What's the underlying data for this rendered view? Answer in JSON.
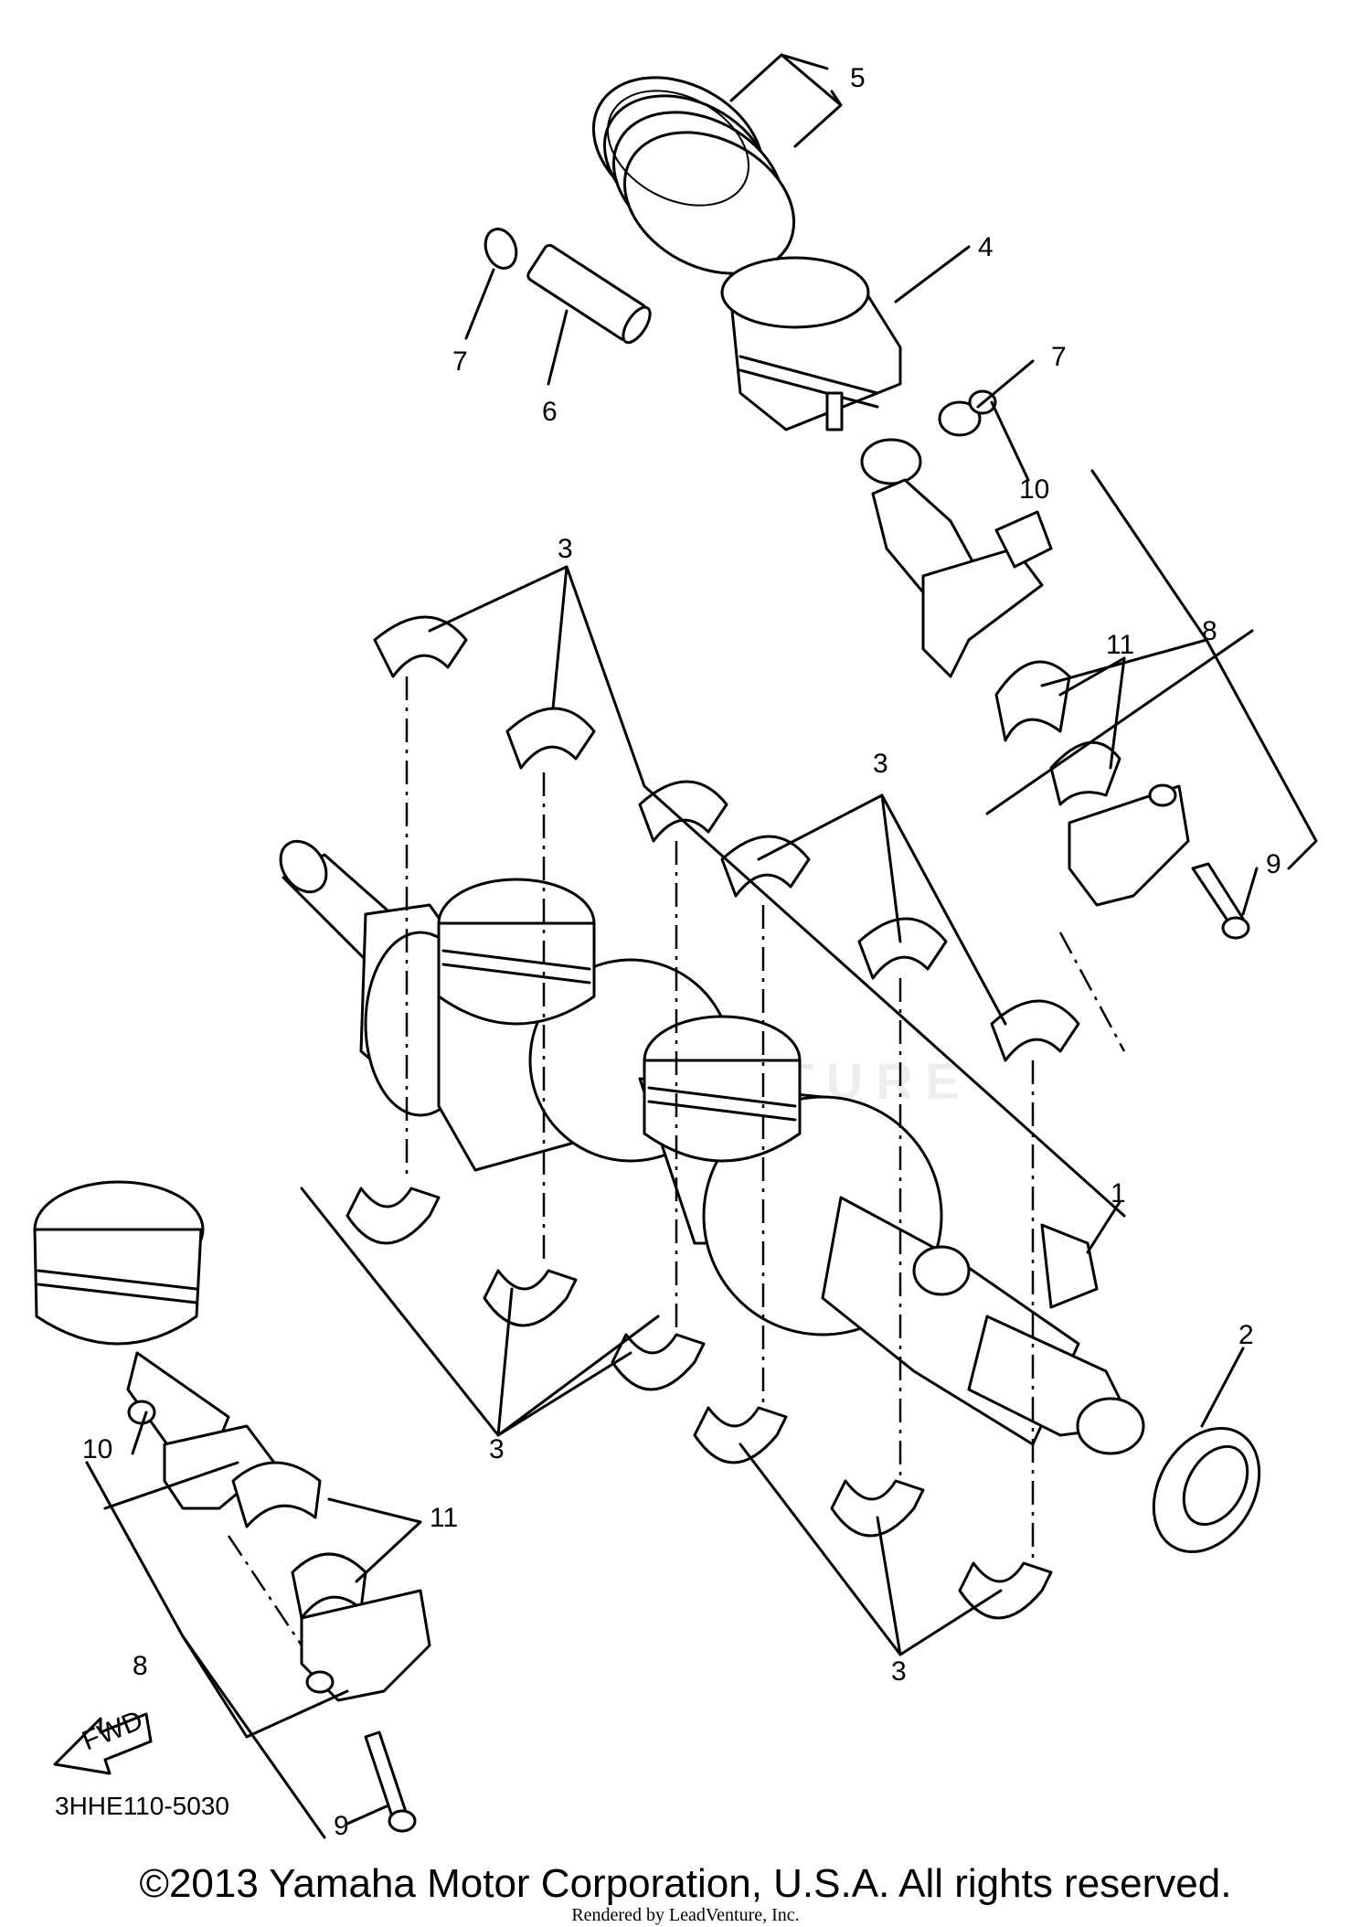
{
  "diagram_code": "3HHE110-5030",
  "copyright": "©2013 Yamaha Motor Corporation, U.S.A. All rights reserved.",
  "rendered_by": "Rendered by LeadVenture, Inc.",
  "watermark_text": "LEADVENTURE",
  "fwd_label": "FWD",
  "callouts": {
    "crankshaft": "1",
    "oil_seal": "2",
    "bearing_upper_left": "3",
    "bearing_upper_right": "3",
    "bearing_lower_mid": "3",
    "bearing_lower_right": "3",
    "piston": "4",
    "piston_ring_set": "5",
    "piston_pin": "6",
    "circlip_left": "7",
    "circlip_right": "7",
    "con_rod_right": "8",
    "con_rod_left": "8",
    "bolt_right": "9",
    "bolt_left": "9",
    "nut_right": "10",
    "nut_left": "10",
    "big_end_bearing_right": "11",
    "big_end_bearing_left": "11"
  }
}
